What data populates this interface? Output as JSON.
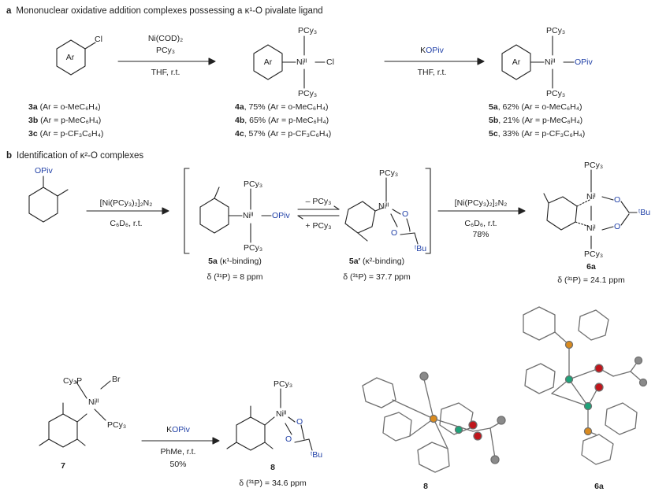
{
  "section_a": {
    "letter": "a",
    "title": "Mononuclear oxidative addition complexes possessing a κ¹-O pivalate ligand",
    "reactant_ring": "Ar",
    "reactant_sub": "Cl",
    "arrow1_top1": "Ni(COD)₂",
    "arrow1_top2": "PCy₃",
    "arrow1_bottom": "THF, r.t.",
    "int_ring": "Ar",
    "int_metal": "Niᴵᴵ",
    "int_ligand": "Cl",
    "int_pcy_top": "PCy₃",
    "int_pcy_bottom": "PCy₃",
    "arrow2_reagent_k": "K",
    "arrow2_reagent_opiv": "OPiv",
    "arrow2_bottom": "THF, r.t.",
    "prod_ring": "Ar",
    "prod_metal": "Niᴵᴵ",
    "prod_ligand": "OPiv",
    "prod_pcy_top": "PCy₃",
    "prod_pcy_bottom": "PCy₃",
    "list3": [
      {
        "id": "3a",
        "text": " (Ar = o-MeC₆H₄)"
      },
      {
        "id": "3b",
        "text": " (Ar = p-MeC₆H₄)"
      },
      {
        "id": "3c",
        "text": " (Ar = p-CF₃C₆H₄)"
      }
    ],
    "list4": [
      {
        "id": "4a",
        "text": ", 75% (Ar = o-MeC₆H₄)"
      },
      {
        "id": "4b",
        "text": ", 65% (Ar = p-MeC₆H₄)"
      },
      {
        "id": "4c",
        "text": ", 57% (Ar = p-CF₃C₆H₄)"
      }
    ],
    "list5": [
      {
        "id": "5a",
        "text": ", 62% (Ar = o-MeC₆H₄)"
      },
      {
        "id": "5b",
        "text": ", 21% (Ar = p-MeC₆H₄)"
      },
      {
        "id": "5c",
        "text": ", 33% (Ar = p-CF₃C₆H₄)"
      }
    ]
  },
  "section_b": {
    "letter": "b",
    "title": "Identification of κ²-O complexes",
    "start_sub": "OPiv",
    "arrow1_top": "[Ni(PCy₃)₂]₂N₂",
    "arrow1_bottom": "C₆D₆, r.t.",
    "c5a_metal": "Niᴵᴵ",
    "c5a_ligand": "OPiv",
    "c5a_pcy_top": "PCy₃",
    "c5a_pcy_bottom": "PCy₃",
    "c5a_label_id": "5a",
    "c5a_label_text": " (κ¹-binding)",
    "c5a_nmr": "δ (³¹P) = 8 ppm",
    "eq_top": "– PCy₃",
    "eq_bottom": "+ PCy₃",
    "c5ap_metal": "Niᴵᴵ",
    "c5ap_pcy": "PCy₃",
    "c5ap_o1": "O",
    "c5ap_o2": "O",
    "c5ap_tbu": "ᵗBu",
    "c5ap_label_id": "5a′",
    "c5ap_label_text": " (κ²-binding)",
    "c5ap_nmr": "δ (³¹P) = 37.7 ppm",
    "arrow2_top": "[Ni(PCy₃)₂]₂N₂",
    "arrow2_mid": "C₆D₆, r.t.",
    "arrow2_yield": "78%",
    "c6a_ni1": "Niᴵ",
    "c6a_ni2": "Niᴵ",
    "c6a_pcy_top": "PCy₃",
    "c6a_pcy_bottom": "PCy₃",
    "c6a_o1": "O",
    "c6a_o2": "O",
    "c6a_tbu": "ᵗBu",
    "c6a_label": "6a",
    "c6a_nmr": "δ (³¹P) = 24.1 ppm"
  },
  "section_c": {
    "c7_p": "Cy₃P",
    "c7_br": "Br",
    "c7_metal": "Niᴵᴵ",
    "c7_pcy": "PCy₃",
    "c7_label": "7",
    "arrow_reagent_k": "K",
    "arrow_reagent_opiv": "OPiv",
    "arrow_bottom": "PhMe, r.t.",
    "arrow_yield": "50%",
    "c8_metal": "Niᴵᴵ",
    "c8_pcy": "PCy₃",
    "c8_o1": "O",
    "c8_o2": "O",
    "c8_tbu": "ᵗBu",
    "c8_label": "8",
    "c8_nmr": "δ (³¹P) = 34.6 ppm",
    "xray8_label": "8",
    "xray6a_label": "6a"
  },
  "colors": {
    "blue": "#1f3fa6",
    "ink": "#222222",
    "nickel": "#1fa37a",
    "oxygen": "#c0161c",
    "phosphorus": "#d98a1e",
    "carbon": "#8a8a8a"
  }
}
